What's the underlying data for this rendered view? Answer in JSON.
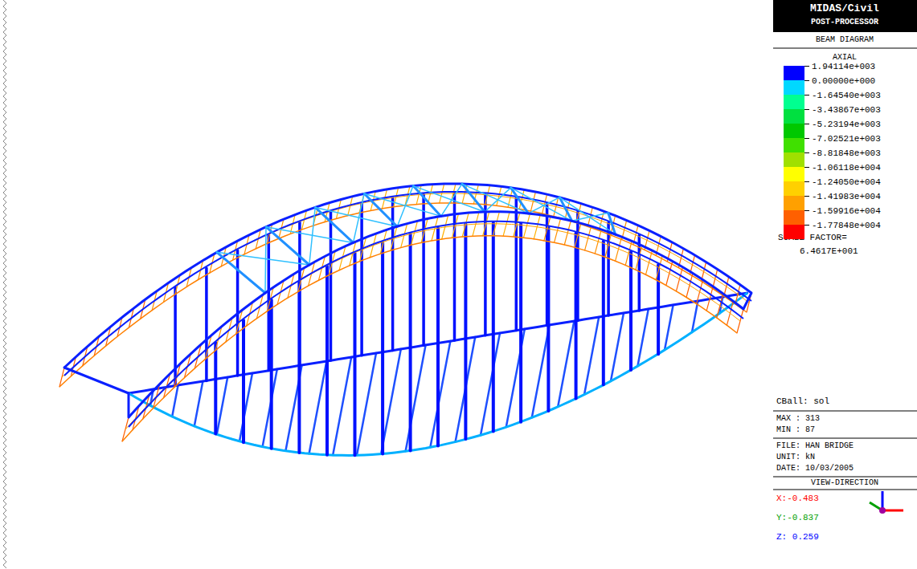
{
  "diagram": {
    "labels": [
      "MIDAS/Civil",
      "POST-PROCESSOR",
      "BEAM DIAGRAM",
      "AXIAL",
      "SCALE FACTOR=",
      "6.4617E+001",
      "CBall: sol",
      "MAX : 313",
      "MIN : 87",
      "FILE: HAN BRIDGE",
      "UNIT: kN",
      "DATE: 10/03/2005",
      "VIEW-DIRECTION",
      "X:-0.483",
      "Y:-0.837",
      "Z: 0.259"
    ],
    "legend": [
      {
        "text": "1.94114e+003",
        "color": "#0000ff"
      },
      {
        "text": "0.00000e+000",
        "color": "#00d8ff"
      },
      {
        "text": "-1.64540e+003",
        "color": "#00ff90"
      },
      {
        "text": "-3.43867e+003",
        "color": "#00e040"
      },
      {
        "text": "-5.23194e+003",
        "color": "#00c800"
      },
      {
        "text": "-7.02521e+003",
        "color": "#40e000"
      },
      {
        "text": "-8.81848e+003",
        "color": "#a0e000"
      },
      {
        "text": "-1.06118e+004",
        "color": "#ffff00"
      },
      {
        "text": "-1.24050e+004",
        "color": "#ffd000"
      },
      {
        "text": "-1.41983e+004",
        "color": "#ffa000"
      },
      {
        "text": "-1.59916e+004",
        "color": "#ff6000"
      },
      {
        "text": "-1.77848e+004",
        "color": "#ff0000"
      }
    ]
  }
}
